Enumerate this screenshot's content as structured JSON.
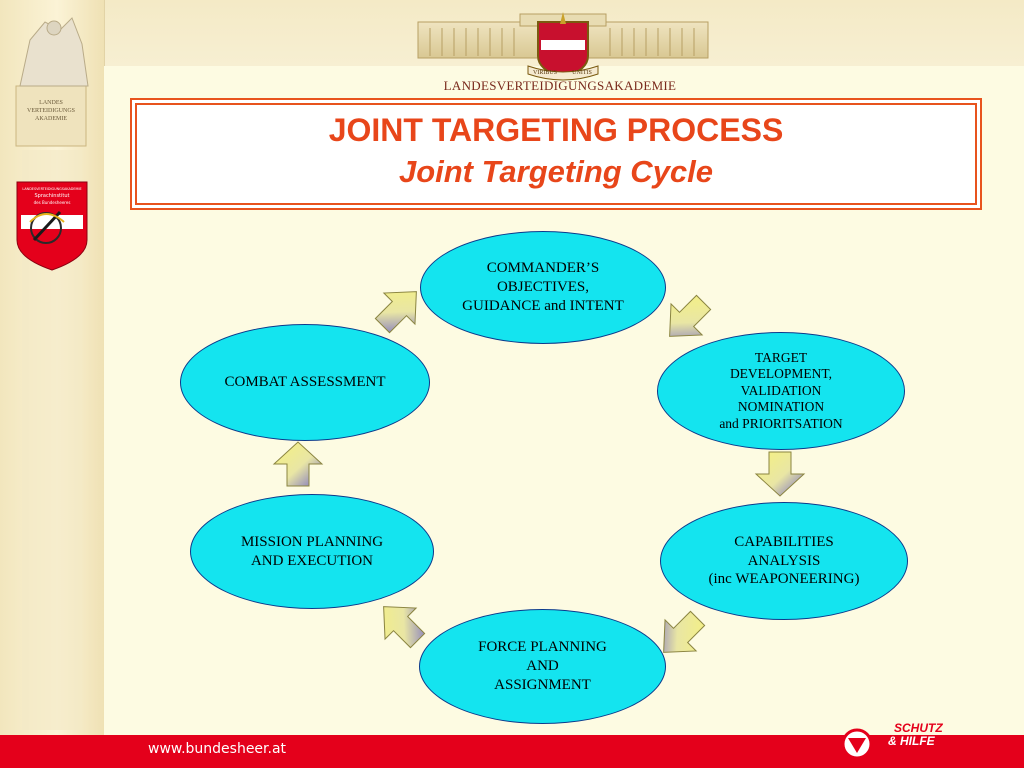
{
  "header": {
    "academy_name": "LANDESVERTEIDIGUNGSAKADEMIE",
    "crest_banner_left": "VIRIBUS",
    "crest_banner_right": "UNITIS",
    "monument_plaque_lines": [
      "LANDES",
      "VERTEIDIGUNGS",
      "AKADEMIE"
    ],
    "shield_lines": [
      "LANDESVERTEIDIGUNGSAKADEMIE",
      "Sprachinstitut",
      "des Bundesheeres"
    ]
  },
  "title": {
    "line1": "JOINT TARGETING PROCESS",
    "line2": "Joint Targeting Cycle"
  },
  "cycle": {
    "nodes": [
      {
        "id": "commander",
        "label": "COMMANDER’S\nOBJECTIVES,\nGUIDANCE and INTENT"
      },
      {
        "id": "target-development",
        "label": "TARGET\nDEVELOPMENT,\nVALIDATION\nNOMINATION\nand PRIORITSATION"
      },
      {
        "id": "capabilities",
        "label": "CAPABILITIES\nANALYSIS\n(inc WEAPONEERING)"
      },
      {
        "id": "force-planning",
        "label": "FORCE PLANNING\nAND\nASSIGNMENT"
      },
      {
        "id": "mission-planning",
        "label": "MISSION PLANNING\nAND EXECUTION"
      },
      {
        "id": "combat-assessment",
        "label": "COMBAT ASSESSMENT"
      }
    ],
    "edges": [
      {
        "from": "commander",
        "to": "target-development"
      },
      {
        "from": "target-development",
        "to": "capabilities"
      },
      {
        "from": "capabilities",
        "to": "force-planning"
      },
      {
        "from": "force-planning",
        "to": "mission-planning"
      },
      {
        "from": "mission-planning",
        "to": "combat-assessment"
      },
      {
        "from": "combat-assessment",
        "to": "commander"
      }
    ],
    "colors": {
      "node_fill": "#14e4ef",
      "node_border": "#0b3a8c",
      "arrow_light": "#f4f08a",
      "arrow_dark": "#7a72c8"
    }
  },
  "footer": {
    "url": "www.bundesheer.at",
    "motto_line1": "SCHUTZ",
    "motto_line2": "& HILFE",
    "bar_color": "#e4001b"
  },
  "colors": {
    "title_red": "#e8461a",
    "background": "#fdfbe2"
  }
}
